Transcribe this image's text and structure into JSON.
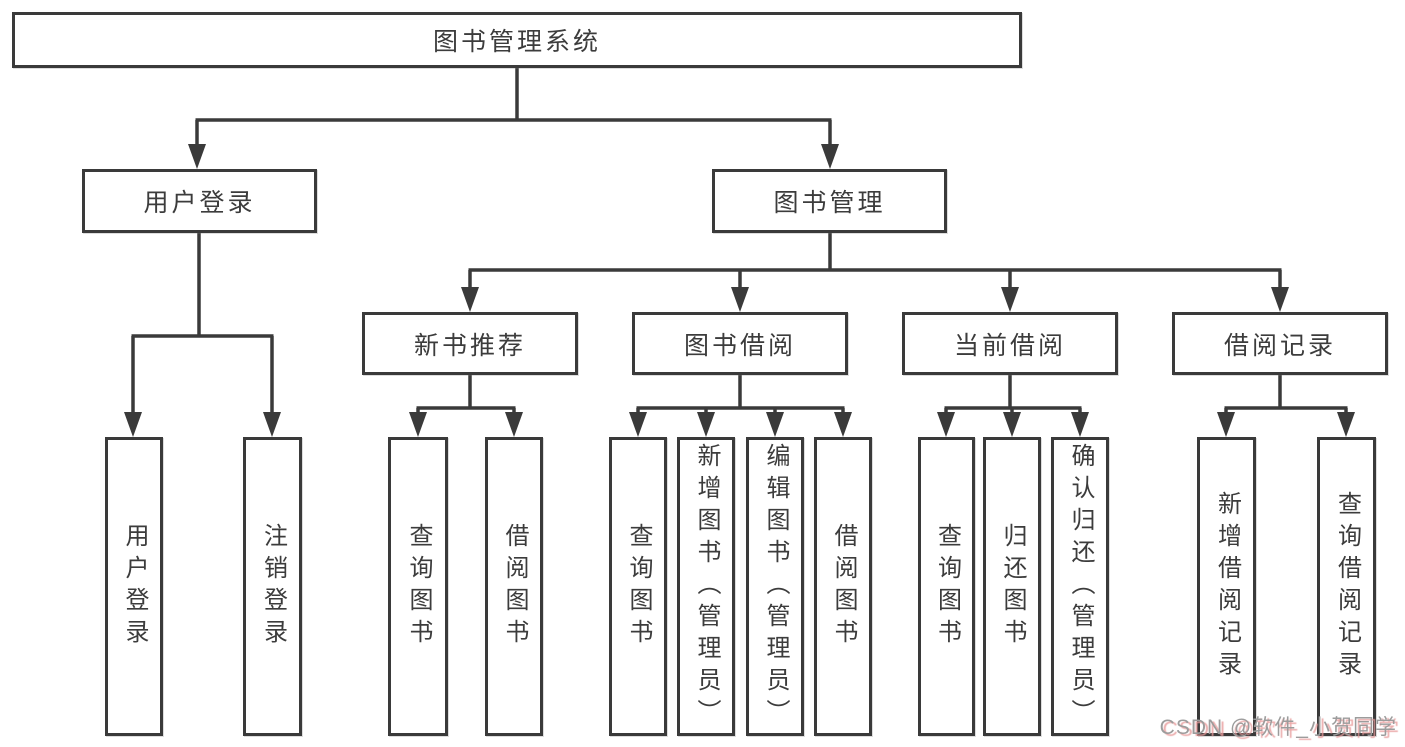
{
  "diagram": {
    "type": "hierarchy",
    "tree": {
      "label": "图书管理系统",
      "children": [
        {
          "label": "用户登录",
          "children": [
            {
              "label": "用户登录"
            },
            {
              "label": "注销登录"
            }
          ]
        },
        {
          "label": "图书管理",
          "children": [
            {
              "label": "新书推荐",
              "children": [
                {
                  "label": "查询图书"
                },
                {
                  "label": "借阅图书"
                }
              ]
            },
            {
              "label": "图书借阅",
              "children": [
                {
                  "label": "查询图书"
                },
                {
                  "label": "新增图书（管理员）"
                },
                {
                  "label": "编辑图书（管理员）"
                },
                {
                  "label": "借阅图书"
                }
              ]
            },
            {
              "label": "当前借阅",
              "children": [
                {
                  "label": "查询图书"
                },
                {
                  "label": "归还图书"
                },
                {
                  "label": "确认归还（管理员）"
                }
              ]
            },
            {
              "label": "借阅记录",
              "children": [
                {
                  "label": "新增借阅记录"
                },
                {
                  "label": "查询借阅记录"
                }
              ]
            }
          ]
        }
      ]
    }
  },
  "watermark": {
    "text": "CSDN @软件_小贺同学"
  },
  "colors": {
    "background": "#ffffff",
    "box_fill": "#ffffff",
    "box_border": "#3a3a3a",
    "line": "#3a3a3a",
    "text": "#3c3c3c",
    "watermark_gray": "#9c9c9c",
    "watermark_shadow": "#e79a9a"
  }
}
